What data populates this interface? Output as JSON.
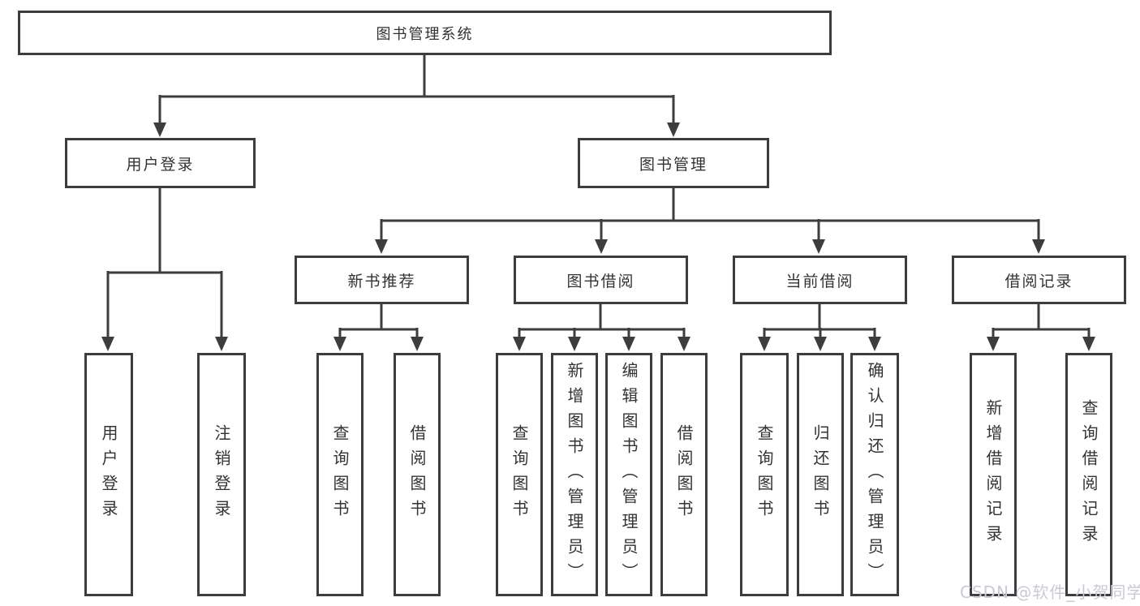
{
  "tree": {
    "label": "图书管理系统",
    "children": [
      {
        "label": "用户登录",
        "children": [
          {
            "label": "用户登录"
          },
          {
            "label": "注销登录"
          }
        ]
      },
      {
        "label": "图书管理",
        "children": [
          {
            "label": "新书推荐",
            "children": [
              {
                "label": "查询图书"
              },
              {
                "label": "借阅图书"
              }
            ]
          },
          {
            "label": "图书借阅",
            "children": [
              {
                "label": "查询图书"
              },
              {
                "label": "新增图书（管理员）"
              },
              {
                "label": "编辑图书（管理员）"
              },
              {
                "label": "借阅图书"
              }
            ]
          },
          {
            "label": "当前借阅",
            "children": [
              {
                "label": "查询图书"
              },
              {
                "label": "归还图书"
              },
              {
                "label": "确认归还（管理员）"
              }
            ]
          },
          {
            "label": "借阅记录",
            "children": [
              {
                "label": "新增借阅记录"
              },
              {
                "label": "查询借阅记录"
              }
            ]
          }
        ]
      }
    ]
  },
  "watermark": {
    "text": "CSDN @软件_小贺同学"
  },
  "colors": {
    "line": "#3d3d3d",
    "text": "#333333",
    "watermark": "#c9cbd4",
    "bg": "#ffffff"
  }
}
